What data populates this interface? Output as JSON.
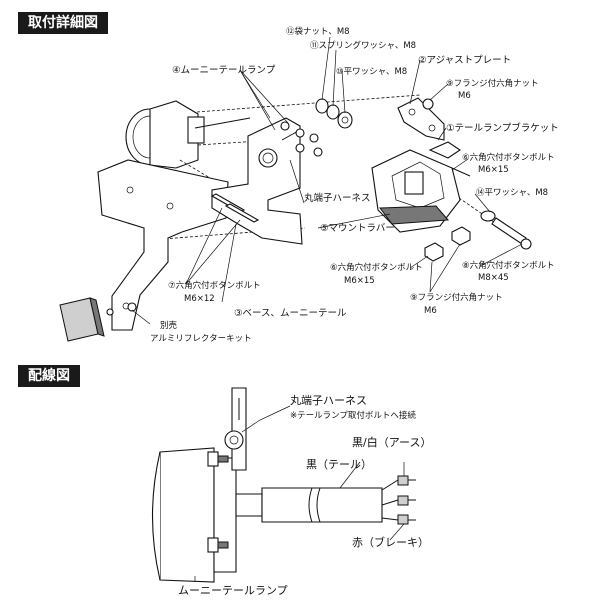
{
  "sections": {
    "detail_title": "取付詳細図",
    "wiring_title": "配線図"
  },
  "parts": {
    "p1": "①テールランプブラケット",
    "p2": "②アジャストプレート",
    "p3": "③ベース、ムーニーテール",
    "p4": "④ムーニーテールランプ",
    "p5": "⑤マウントラバー",
    "p6_top": "⑥六角穴付ボタンボルト",
    "p6_top_size": "M6×15",
    "p6_bottom": "⑥六角穴付ボタンボルト",
    "p6_bottom_size": "M6×15",
    "p7": "⑦六角穴付ボタンボルト",
    "p7_size": "M6×12",
    "p8": "⑧六角穴付ボタンボルト",
    "p8_size": "M8×45",
    "p9_top": "⑨フランジ付六角ナット",
    "p9_top_size": "M6",
    "p9_bottom": "⑨フランジ付六角ナット",
    "p9_bottom_size": "M6",
    "p10": "⑩平ワッシャ、M8",
    "p11": "⑪スプリングワッシャ、M8",
    "p12": "⑫袋ナット、M8",
    "p14": "⑭平ワッシャ、M8",
    "harness": "丸端子ハーネス",
    "reflector_line1": "別売",
    "reflector_line2": "アルミリフレクターキット"
  },
  "wiring": {
    "harness_title": "丸端子ハーネス",
    "harness_note": "※テールランプ取付ボルトへ接続",
    "wire_earth": "黒/白（アース）",
    "wire_tail": "黒（テール）",
    "wire_brake": "赤（ブレーキ）",
    "lamp_label": "ムーニーテールランプ"
  }
}
